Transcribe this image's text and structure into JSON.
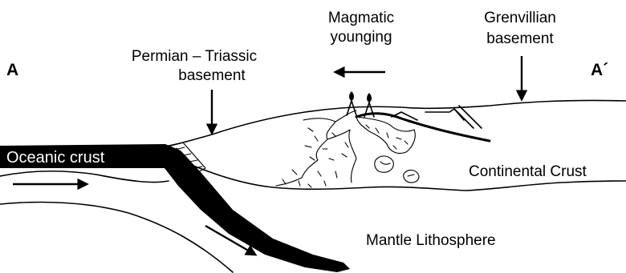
{
  "section": {
    "start_label": "A",
    "end_label": "A´"
  },
  "labels": {
    "magmatic_line1": "Magmatic",
    "magmatic_line2": "younging",
    "grenvillian_line1": "Grenvillian",
    "grenvillian_line2": "basement",
    "permian_line1": "Permian – Triassic",
    "permian_line2": "basement",
    "oceanic_crust": "Oceanic crust",
    "continental_crust": "Continental Crust",
    "mantle_lithosphere": "Mantle Lithosphere"
  },
  "colors": {
    "ink": "#000000",
    "paper": "#ffffff"
  }
}
